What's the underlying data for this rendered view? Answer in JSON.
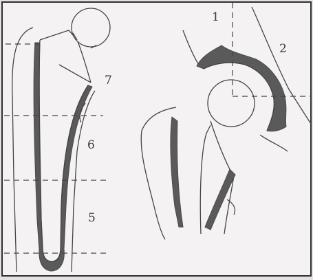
{
  "figure": {
    "colors": {
      "paper": "#f4f2f3",
      "ink": "#444444",
      "cement": "#5a5a5a",
      "frame": "#2f2f2f",
      "background": "#e4e1e2"
    },
    "left_view_zones": [
      {
        "label": "7",
        "zone": "proximal"
      },
      {
        "label": "6",
        "zone": "middle"
      },
      {
        "label": "5",
        "zone": "distal"
      }
    ],
    "right_view_zones": [
      {
        "label": "1",
        "zone": "superior"
      },
      {
        "label": "2",
        "zone": "inferior"
      }
    ]
  }
}
